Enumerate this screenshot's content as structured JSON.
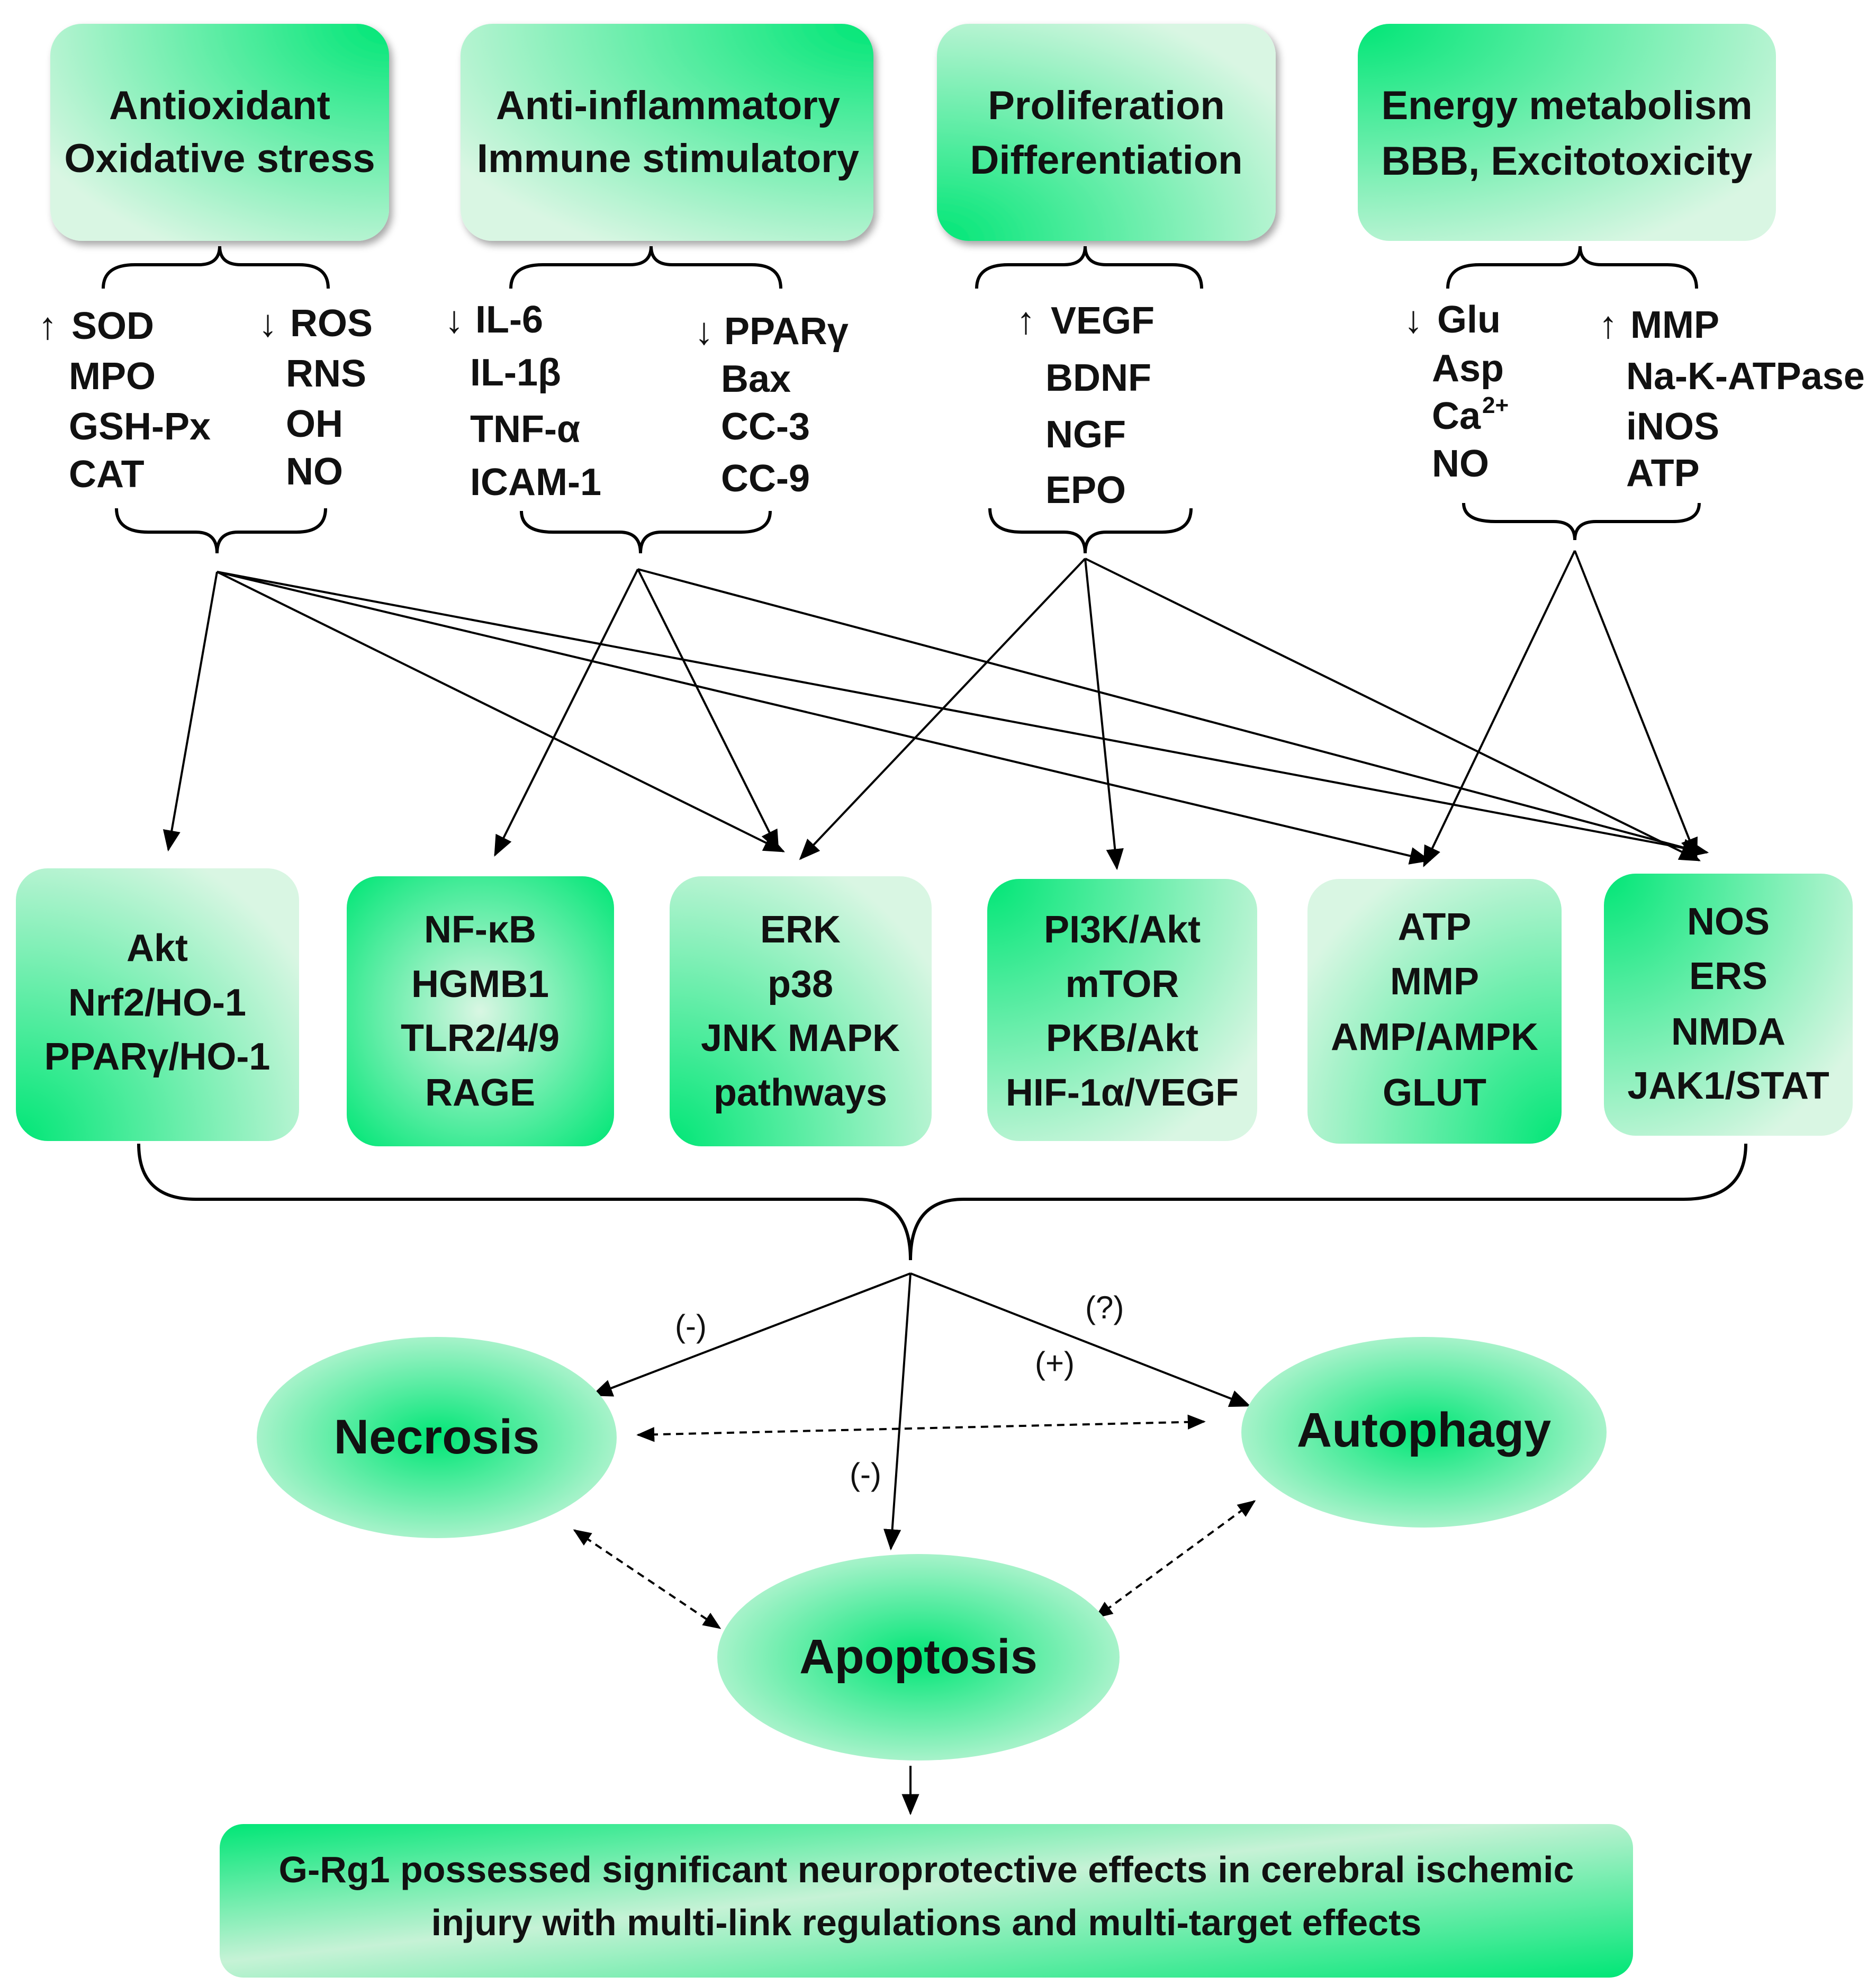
{
  "top_boxes": [
    {
      "line1": "Antioxidant",
      "line2": "Oxidative stress"
    },
    {
      "line1": "Anti-inflammatory",
      "line2": "Immune stimulatory"
    },
    {
      "line1": "Proliferation",
      "line2": "Differentiation"
    },
    {
      "line1": "Energy metabolism",
      "line2": "BBB, Excitotoxicity"
    }
  ],
  "marker_lists": {
    "antioxidant_left": {
      "arrow": "↑",
      "items": [
        "SOD",
        "MPO",
        "GSH-Px",
        "CAT"
      ]
    },
    "antioxidant_right": {
      "arrow": "↓",
      "items": [
        "ROS",
        "RNS",
        "OH",
        "NO"
      ]
    },
    "inflammatory_left": {
      "arrow": "↓",
      "items": [
        "IL-6",
        "IL-1β",
        "TNF-α",
        "ICAM-1"
      ]
    },
    "inflammatory_right": {
      "arrow": "↓",
      "items": [
        "PPARγ",
        "Bax",
        "CC-3",
        "CC-9"
      ]
    },
    "proliferation": {
      "arrow": "↑",
      "items": [
        "VEGF",
        "BDNF",
        "NGF",
        "EPO"
      ]
    },
    "energy_left": {
      "arrow": "↓",
      "items": [
        "Glu",
        "Asp",
        "Ca",
        "NO"
      ],
      "ca_superscript": "2+"
    },
    "energy_right": {
      "arrow": "↑",
      "items": [
        "MMP",
        "Na-K-ATPase",
        "iNOS",
        "ATP"
      ]
    }
  },
  "pathway_boxes": [
    {
      "lines": [
        "Akt",
        "Nrf2/HO-1",
        "PPARγ/HO-1"
      ]
    },
    {
      "lines": [
        "NF-κB",
        "HGMB1",
        "TLR2/4/9",
        "RAGE"
      ]
    },
    {
      "lines": [
        "ERK",
        "p38",
        "JNK MAPK",
        "pathways"
      ]
    },
    {
      "lines": [
        "PI3K/Akt",
        "mTOR",
        "PKB/Akt",
        "HIF-1α/VEGF"
      ]
    },
    {
      "lines": [
        "ATP",
        "MMP",
        "AMP/AMPK",
        "GLUT"
      ]
    },
    {
      "lines": [
        "NOS",
        "ERS",
        "NMDA",
        "JAK1/STAT"
      ]
    }
  ],
  "outcomes": {
    "necrosis": "Necrosis",
    "autophagy": "Autophagy",
    "apoptosis": "Apoptosis"
  },
  "effect_signs": {
    "necrosis": "(-)",
    "apoptosis": "(-)",
    "autophagy_plus": "(+)",
    "autophagy_question": "(?)"
  },
  "conclusion": {
    "line1": "G-Rg1 possessed significant neuroprotective effects in cerebral ischemic",
    "line2": "injury with multi-link regulations and multi-target effects"
  },
  "colors": {
    "box_green": "#00e676",
    "box_light": "#d8f5e2"
  }
}
